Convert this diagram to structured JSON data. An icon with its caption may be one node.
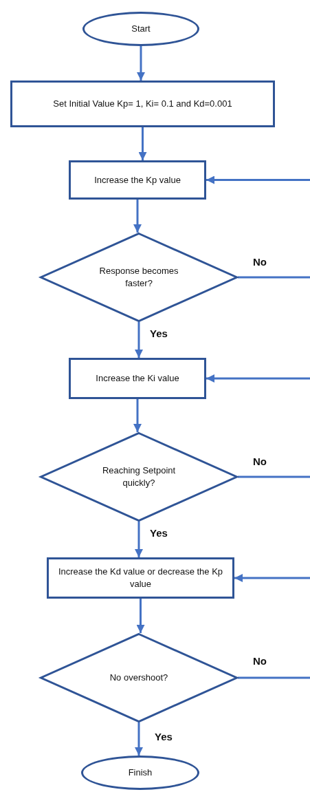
{
  "diagram": {
    "nodes": [
      {
        "text": [
          "Start"
        ]
      },
      {
        "text": [
          "Set Initial Value Kp= 1, Ki= 0.1 and Kd=0.001"
        ]
      },
      {
        "text": [
          "Increase the Kp value"
        ]
      },
      {
        "text": [
          "Response becomes faster?"
        ]
      },
      {
        "text": [
          "Increase the Ki value"
        ]
      },
      {
        "text": [
          "Reaching Setpoint quickly?"
        ]
      },
      {
        "text": [
          "Increase the Kd value or decrease the Kp value"
        ]
      },
      {
        "text": [
          "No overshoot?"
        ]
      },
      {
        "text": [
          "Finish"
        ]
      }
    ],
    "edges": [
      {
        "from": 0,
        "to": 1,
        "arrow": "to"
      },
      {
        "from": 1,
        "to": 2,
        "arrow": "to"
      },
      {
        "from": 2,
        "to": 3,
        "arrow": "to"
      },
      {
        "from": 3,
        "to": 4,
        "arrow": "to",
        "label": "Yes"
      },
      {
        "from": 4,
        "to": 5,
        "arrow": "to"
      },
      {
        "from": 5,
        "to": 6,
        "arrow": "to",
        "label": "Yes"
      },
      {
        "from": 6,
        "to": 7,
        "arrow": "to"
      },
      {
        "from": 7,
        "to": 8,
        "arrow": "to",
        "label": "Yes"
      },
      {
        "from": 3,
        "to": null,
        "arrow": "none",
        "label": "No"
      },
      {
        "from": null,
        "to": 2,
        "arrow": "to"
      },
      {
        "from": 5,
        "to": null,
        "arrow": "none",
        "label": "No"
      },
      {
        "from": null,
        "to": 4,
        "arrow": "to"
      },
      {
        "from": 7,
        "to": null,
        "arrow": "none",
        "label": "No"
      },
      {
        "from": null,
        "to": 6,
        "arrow": "to"
      }
    ]
  }
}
